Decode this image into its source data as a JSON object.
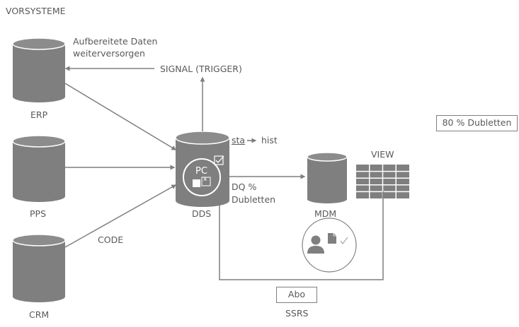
{
  "title": "VORSYSTEME",
  "sources": [
    {
      "id": "erp",
      "label": "ERP"
    },
    {
      "id": "pps",
      "label": "PPS"
    },
    {
      "id": "crm",
      "label": "CRM"
    }
  ],
  "hub": {
    "label": "DDS",
    "inner_label": "PC",
    "inner_mark": "x"
  },
  "mdm": {
    "label": "MDM"
  },
  "view": {
    "label": "VIEW"
  },
  "annotations": {
    "reprocessed_line1": "Aufbereitete Daten",
    "reprocessed_line2": "weiterversorgen",
    "signal": "SIGNAL (TRIGGER)",
    "sta": "sta",
    "hist": "hist",
    "dq_line1": "DQ %",
    "dq_line2": "Dubletten",
    "code": "CODE",
    "ssrs": "SSRS"
  },
  "badges": {
    "duplicates": "80 % Dubletten",
    "abo": "Abo"
  },
  "colors": {
    "shape": "#7f7f7f",
    "text": "#595959",
    "line": "#7f7f7f"
  }
}
